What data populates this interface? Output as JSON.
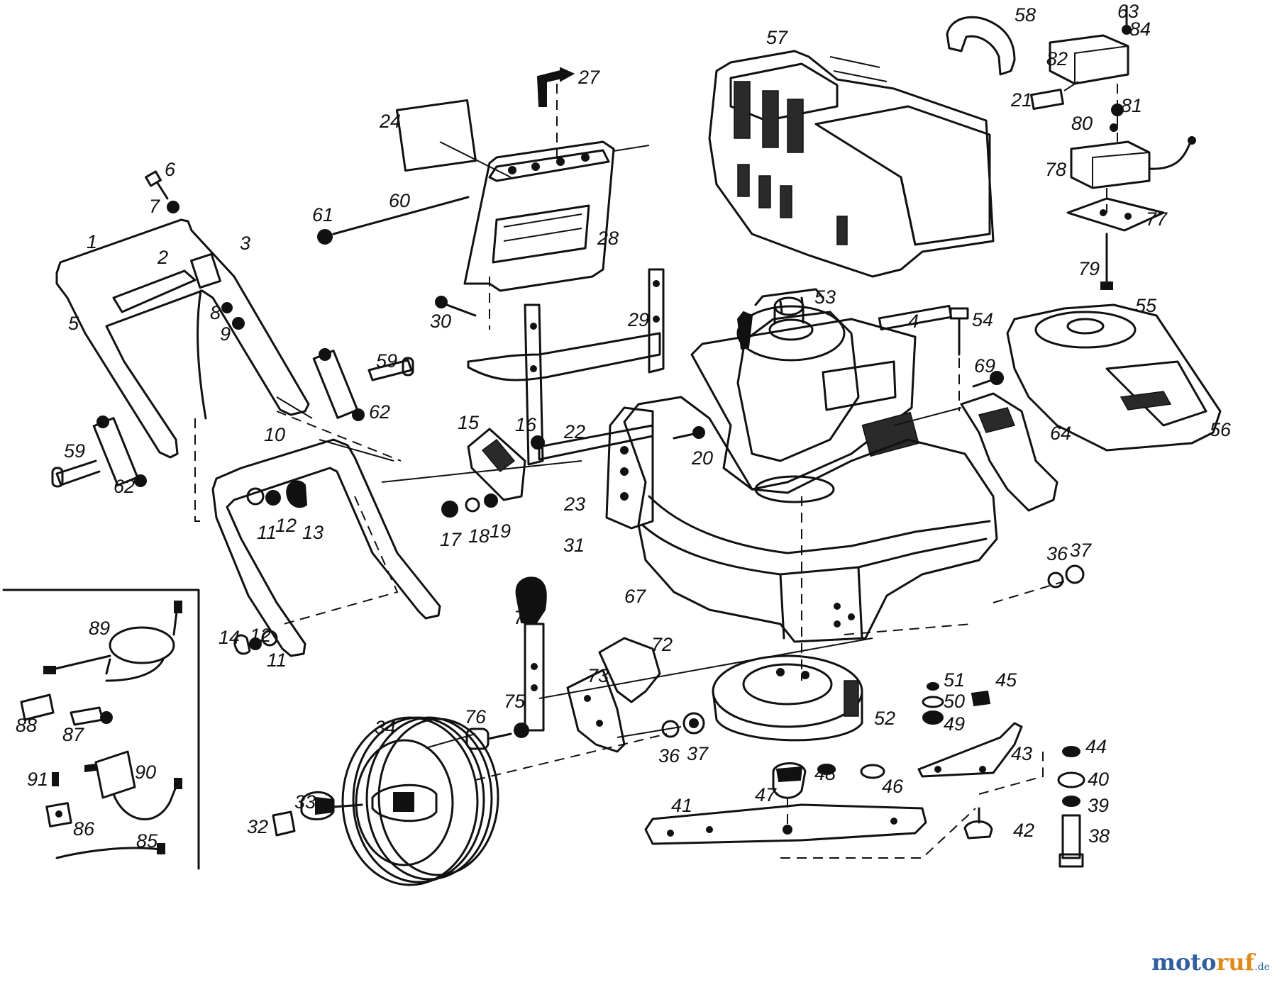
{
  "watermark": {
    "part1": "moto",
    "part2": "ruf",
    "suffix": ".de"
  },
  "labels": [
    "1",
    "2",
    "3",
    "5",
    "6",
    "7",
    "8",
    "9",
    "10",
    "11",
    "12",
    "13",
    "11",
    "12",
    "14",
    "15",
    "16",
    "17",
    "18",
    "19",
    "20",
    "21",
    "22",
    "23",
    "24",
    "27",
    "28",
    "29",
    "30",
    "31",
    "32",
    "33",
    "34",
    "36",
    "37",
    "36",
    "37",
    "38",
    "39",
    "40",
    "41",
    "42",
    "43",
    "44",
    "45",
    "46",
    "47",
    "48",
    "49",
    "50",
    "51",
    "52",
    "53",
    "54",
    "55",
    "56",
    "57",
    "58",
    "59",
    "59",
    "60",
    "61",
    "62",
    "62",
    "63",
    "64",
    "67",
    "69",
    "72",
    "73",
    "74",
    "75",
    "76",
    "77",
    "78",
    "79",
    "80",
    "81",
    "82",
    "84",
    "85",
    "86",
    "87",
    "88",
    "89",
    "90",
    "91",
    "4"
  ]
}
